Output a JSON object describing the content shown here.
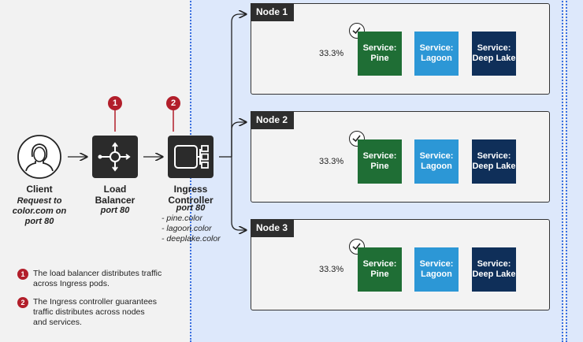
{
  "client": {
    "label": "Client",
    "desc": [
      "Request to",
      "color.com on",
      "port 80"
    ]
  },
  "load_balancer": {
    "label": [
      "Load",
      "Balancer"
    ],
    "port": "port 80",
    "badge": "1"
  },
  "ingress": {
    "label": [
      "Ingress",
      "Controller"
    ],
    "port": "port 80",
    "badge": "2",
    "hosts": [
      "- pine.color",
      "- lagoon.color",
      "- deeplake.color"
    ]
  },
  "nodes": [
    {
      "label": "Node 1",
      "pct": "33.3%"
    },
    {
      "label": "Node 2",
      "pct": "33.3%"
    },
    {
      "label": "Node 3",
      "pct": "33.3%"
    }
  ],
  "services": {
    "pine": "Service: Pine",
    "lagoon": "Service: Lagoon",
    "deep": "Service: Deep Lake"
  },
  "legend": [
    {
      "num": "1",
      "lines": [
        "The load balancer distributes traffic",
        "across Ingress pods."
      ]
    },
    {
      "num": "2",
      "lines": [
        "The Ingress controller guarantees",
        "traffic distributes across nodes",
        "and services."
      ]
    }
  ],
  "colors": {
    "pine": "#1f6e35",
    "lagoon": "#2c97d6",
    "deep_lake": "#0f2f59",
    "badge": "#b21e2a",
    "cluster_bg": "#dde8fb"
  }
}
